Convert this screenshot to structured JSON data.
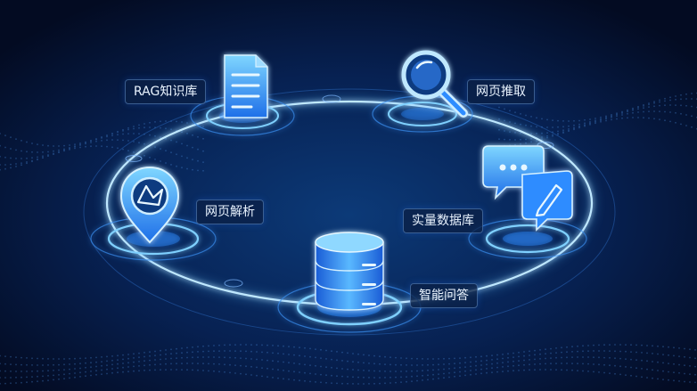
{
  "nodes": [
    {
      "id": "rag",
      "label": "RAG知识库",
      "icon": "document-icon"
    },
    {
      "id": "web_extract",
      "label": "网页推取",
      "icon": "magnifier-icon"
    },
    {
      "id": "vector_db",
      "label": "实量数据库",
      "icon": "chat-bubbles-icon"
    },
    {
      "id": "qa",
      "label": "智能问答",
      "icon": "database-icon"
    },
    {
      "id": "web_parse",
      "label": "网页解析",
      "icon": "location-pin-icon"
    }
  ],
  "colors": {
    "background": "#04102a",
    "ring": "#7fd0ff",
    "accent": "#2f8cff",
    "glow": "#5bc0ff"
  }
}
